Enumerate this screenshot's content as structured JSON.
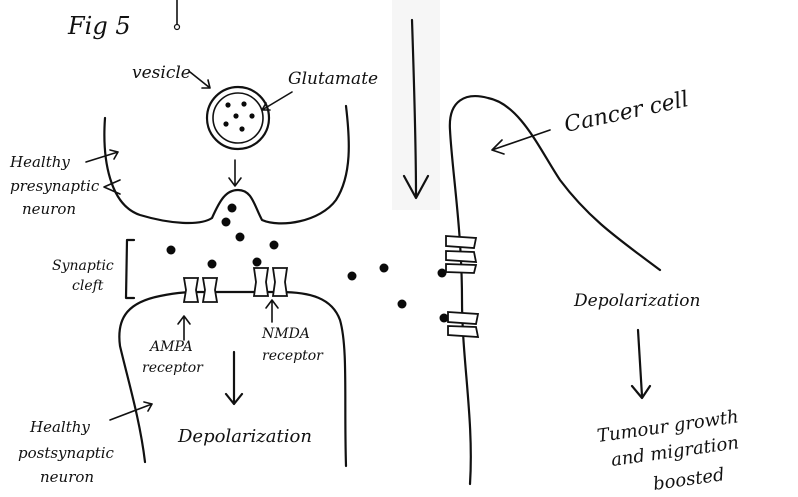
{
  "figure": {
    "title": "Fig 5"
  },
  "labels": {
    "vesicle": "vesicle",
    "glutamate": "Glutamate",
    "presynaptic": [
      "Healthy",
      "presynaptic",
      "neuron"
    ],
    "synaptic_cleft": [
      "Synaptic",
      "cleft"
    ],
    "ampa": [
      "AMPA",
      "receptor"
    ],
    "nmda": [
      "NMDA",
      "receptor"
    ],
    "postsynaptic": [
      "Healthy",
      "postsynaptic",
      "neuron"
    ],
    "depolarization_left": "Depolarization",
    "cancer_cell": "Cancer cell",
    "depolarization_right": "Depolarization",
    "outcome": [
      "Tumour growth",
      "and migration",
      "boosted"
    ]
  },
  "colors": {
    "ink": "#111111",
    "background": "#ffffff"
  }
}
